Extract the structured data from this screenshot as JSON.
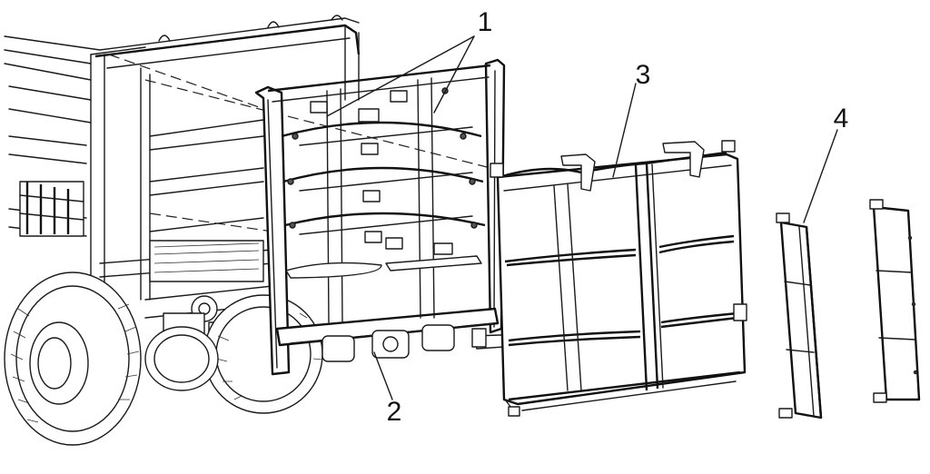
{
  "callouts": [
    {
      "id": "1",
      "label": "1"
    },
    {
      "id": "2",
      "label": "2"
    },
    {
      "id": "3",
      "label": "3"
    },
    {
      "id": "4",
      "label": "4"
    }
  ],
  "colors": {
    "line": "#1a1a1a",
    "background": "#ffffff",
    "shade": "#d8d8d8"
  }
}
